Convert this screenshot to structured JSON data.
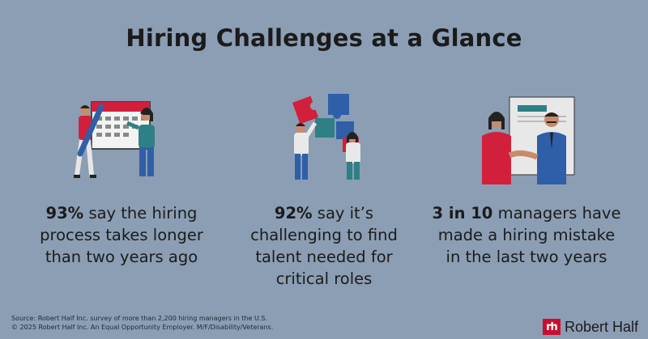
{
  "title": "Hiring Challenges at a Glance",
  "stats": [
    {
      "bold": "93%",
      "rest": "say the hiring process takes longer than two years ago",
      "illustration": "calendar-people-icon"
    },
    {
      "bold": "92%",
      "rest": "say it’s challenging to find talent needed for critical roles",
      "illustration": "puzzle-people-icon"
    },
    {
      "bold": "3 in 10",
      "rest": "managers have made a hiring mistake in the last two years",
      "illustration": "handshake-people-icon"
    }
  ],
  "footer": {
    "source_line1": "Source: Robert Half Inc. survey of more than 2,200 hiring managers in the U.S.",
    "source_line2": "© 2025 Robert Half Inc. An Equal Opportunity Employer. M/F/Disability/Veterans."
  },
  "logo": {
    "mark": "rh",
    "text": "Robert Half"
  },
  "colors": {
    "background": "#8b9eb4",
    "brand_red": "#c8102e",
    "teal": "#2f7f86",
    "blue": "#2f5fa8"
  }
}
